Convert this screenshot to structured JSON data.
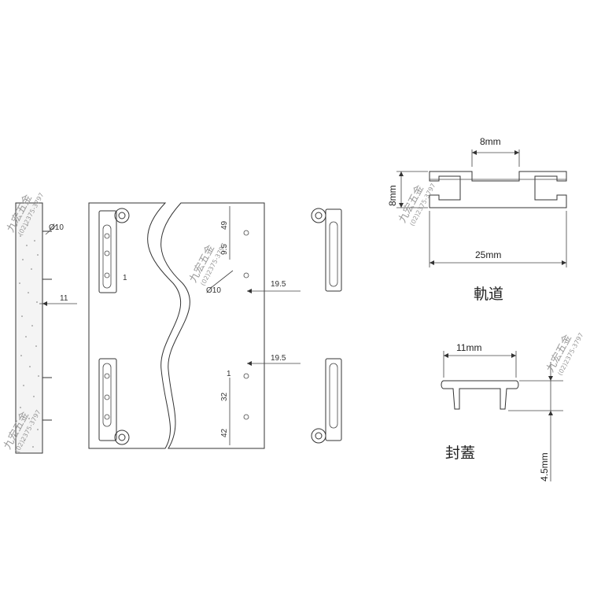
{
  "watermark": {
    "name": "九宏五金",
    "phone": "(02)2375-3797",
    "color": "#9a9a9a"
  },
  "left_drawing": {
    "dim_hole_dia": "Ø10",
    "dim_gap": "11",
    "dim_top": "49",
    "dim_mid": "9.5",
    "dim_hole_small": "Ø10",
    "dim_right_top": "19.5",
    "dim_right_bottom": "19.5",
    "dim_lower_a": "32",
    "dim_lower_b": "42",
    "mark_top": "1",
    "mark_bottom": "1"
  },
  "rail": {
    "dim_slot": "8mm",
    "dim_height": "8mm",
    "dim_width": "25mm",
    "caption": "軌道"
  },
  "cap": {
    "dim_width": "11mm",
    "dim_height": "4.5mm",
    "caption": "封蓋"
  }
}
